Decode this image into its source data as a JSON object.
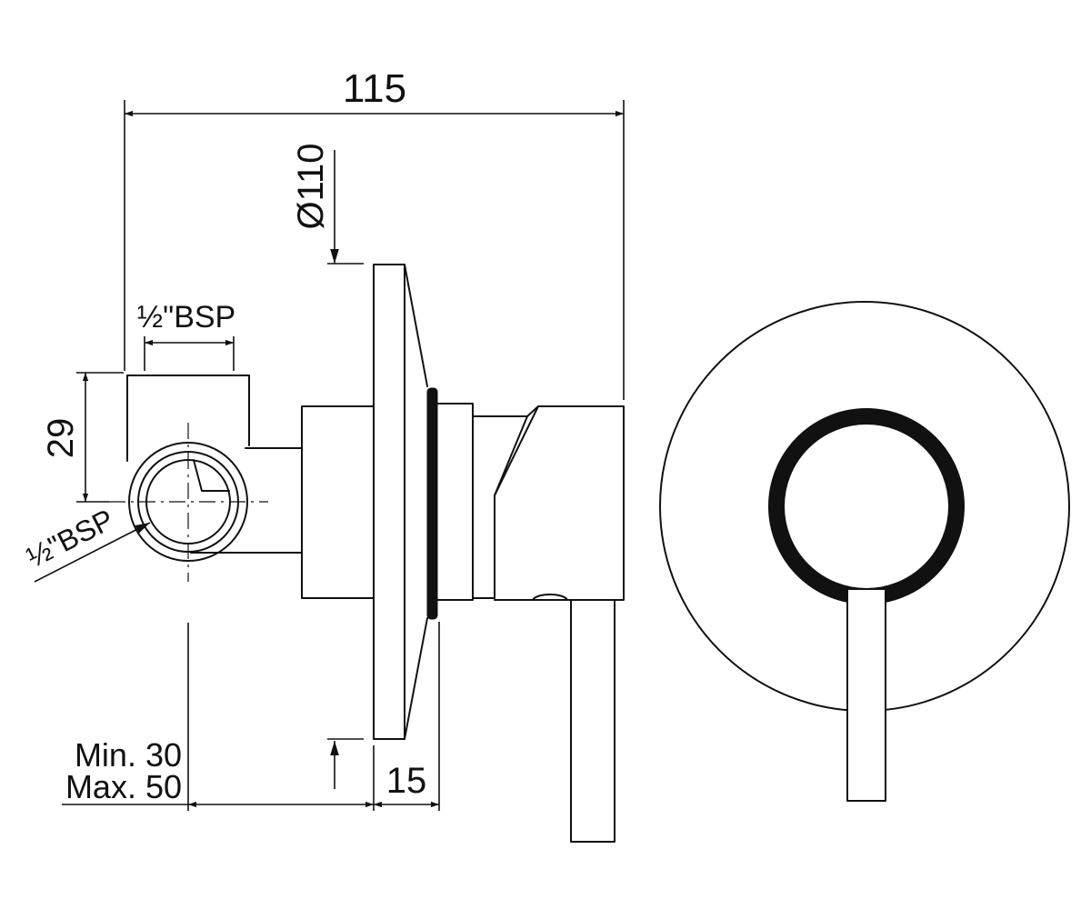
{
  "drawing": {
    "dimensions": {
      "overall_depth": "115",
      "plate_diameter": "Ø110",
      "pipe_width_bsp": "½\"BSP",
      "inlet_height": "29",
      "outlet_bsp": "½\"BSP",
      "wall_depth_min": "Min. 30",
      "wall_depth_max": "Max. 50",
      "plate_depth": "15"
    },
    "colors": {
      "line": "#111111",
      "background": "#ffffff"
    }
  }
}
